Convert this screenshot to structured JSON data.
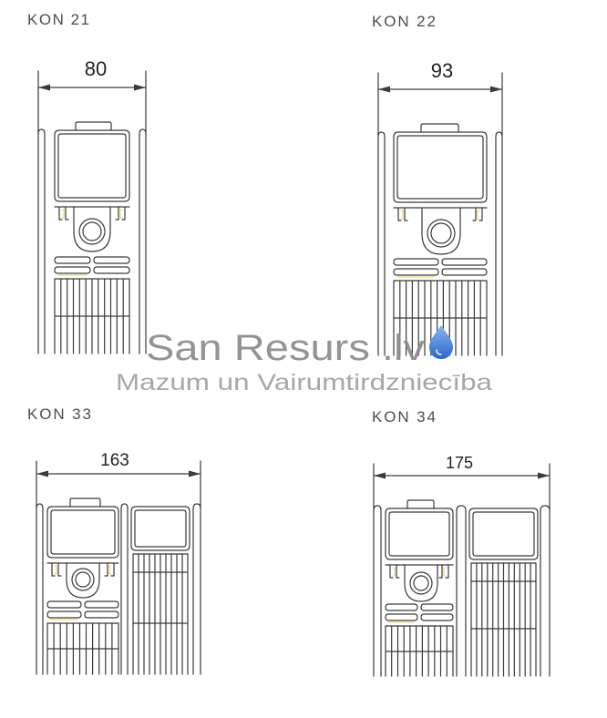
{
  "diagrams": [
    {
      "label": "KON 21",
      "dimension": "80"
    },
    {
      "label": "KON 22",
      "dimension": "93"
    },
    {
      "label": "KON 33",
      "dimension": "163"
    },
    {
      "label": "KON 34",
      "dimension": "175"
    }
  ],
  "watermark": {
    "brand": "San Resurs .lv",
    "tagline": "Mazum un Vairumtirdzniecība",
    "icon": "water-drop-icon"
  },
  "colors": {
    "line": "#3a3a3a",
    "label": "#4d4d4d",
    "dimension_text": "#222222",
    "watermark": "#8a8a8a",
    "tagline": "#a3a3a3",
    "drop_light": "#86b6f0",
    "drop_dark": "#2f66c8",
    "highlight": "#e4d86e"
  }
}
